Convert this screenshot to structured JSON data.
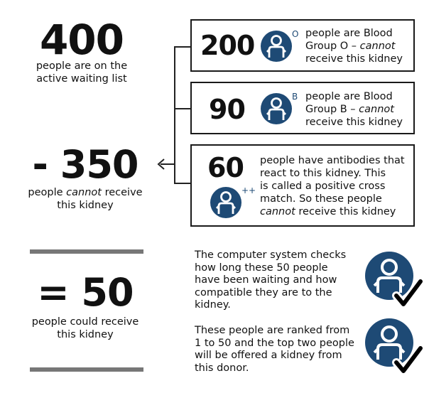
{
  "total": {
    "number": "400",
    "caption_line1": "people are on the",
    "caption_line2": "active waiting list"
  },
  "boxes": [
    {
      "number": "200",
      "badge": "O",
      "line1": "people are Blood",
      "line2_pre": "Group O – ",
      "line2_em": "cannot",
      "line3": "receive this kidney"
    },
    {
      "number": "90",
      "badge": "B",
      "line1": "people are Blood",
      "line2_pre": "Group B – ",
      "line2_em": "cannot",
      "line3": "receive this kidney"
    },
    {
      "number": "60",
      "badge": "++",
      "line1": "people have antibodies that",
      "line2": "react to this kidney. This",
      "line3": "is called a positive cross",
      "line4": "match. So these people",
      "line5_em": "cannot",
      "line5_post": " receive this kidney"
    }
  ],
  "subtract": {
    "number": "- 350",
    "caption_pre": "people ",
    "caption_em": "cannot",
    "caption_post": " receive",
    "caption_line2": "this kidney"
  },
  "result": {
    "number": "= 50",
    "caption_line1": "people could receive",
    "caption_line2": "this kidney"
  },
  "steps": [
    {
      "lines": [
        "The computer system checks",
        "how long these 50 people",
        "have been waiting and how",
        "compatible they are to the",
        "kidney."
      ]
    },
    {
      "lines": [
        "These people are ranked from",
        "1 to 50 and the top two people",
        "will be offered a kidney from",
        "this donor."
      ]
    }
  ],
  "colors": {
    "person_blue": "#1e4a75",
    "bar_grey": "#777777",
    "text": "#111111"
  },
  "icons": [
    "person-icon",
    "check-icon",
    "arrow-left-icon"
  ]
}
